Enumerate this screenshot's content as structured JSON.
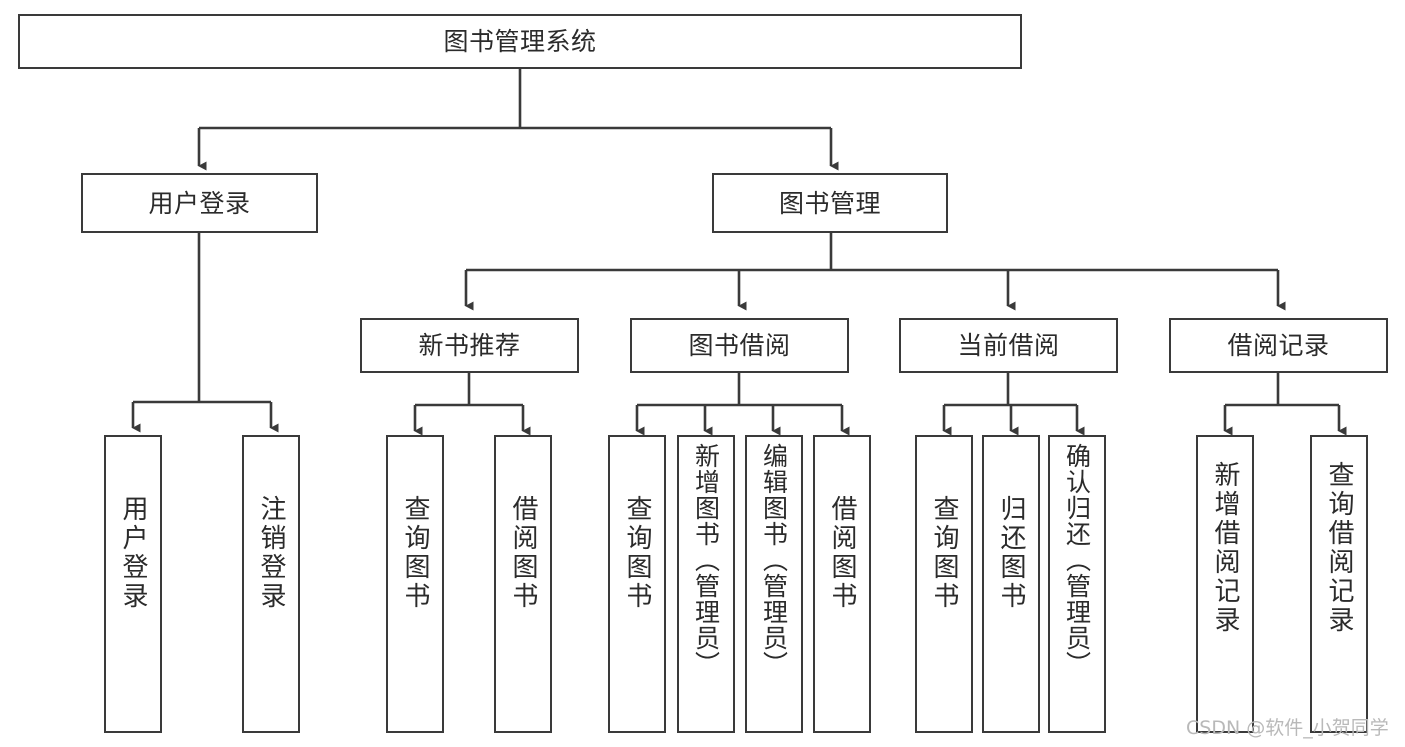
{
  "diagram": {
    "title": "图书管理系统",
    "type": "tree",
    "watermark": "CSDN @软件_小贺同学",
    "colors": {
      "background": "#ffffff",
      "box_border": "#3a3a3a",
      "box_fill": "#ffffff",
      "text": "#2b2b2b",
      "edge": "#3a3a3a",
      "watermark": "#b9b9b9"
    },
    "levels": {
      "root": {
        "label": "图书管理系统"
      },
      "level2": [
        {
          "label": "用户登录"
        },
        {
          "label": "图书管理"
        }
      ],
      "level3": [
        {
          "label": "新书推荐"
        },
        {
          "label": "图书借阅"
        },
        {
          "label": "当前借阅"
        },
        {
          "label": "借阅记录"
        }
      ],
      "leaves": {
        "user_login": [
          {
            "label": "用户登录"
          },
          {
            "label": "注销登录"
          }
        ],
        "new_book_recommend": [
          {
            "label": "查询图书"
          },
          {
            "label": "借阅图书"
          }
        ],
        "book_borrow": [
          {
            "label": "查询图书"
          },
          {
            "label": "新增图书（管理员）"
          },
          {
            "label": "编辑图书（管理员）"
          },
          {
            "label": "借阅图书"
          }
        ],
        "current_borrow": [
          {
            "label": "查询图书"
          },
          {
            "label": "归还图书"
          },
          {
            "label": "确认归还（管理员）"
          }
        ],
        "borrow_record": [
          {
            "label": "新增借阅记录"
          },
          {
            "label": "查询借阅记录"
          }
        ]
      }
    }
  }
}
